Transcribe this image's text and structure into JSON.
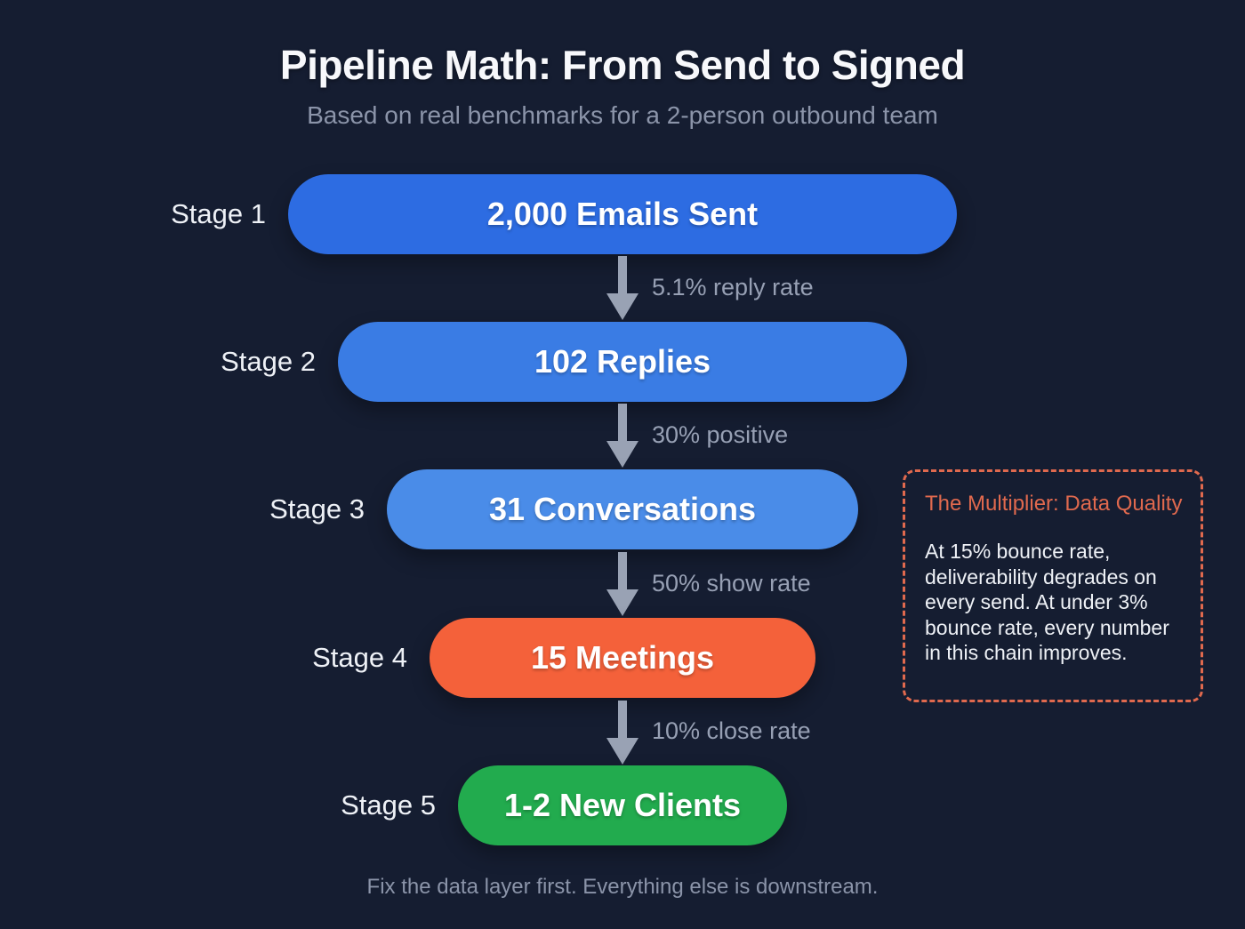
{
  "header": {
    "title": "Pipeline Math: From Send to Signed",
    "subtitle": "Based on real benchmarks for a 2-person outbound team"
  },
  "funnel": {
    "stages": [
      {
        "label": "Stage 1",
        "value": "2,000 Emails Sent",
        "count": "2,000",
        "color": "#2d6ce2"
      },
      {
        "label": "Stage 2",
        "value": "102 Replies",
        "count": "102",
        "color": "#3a7ce4"
      },
      {
        "label": "Stage 3",
        "value": "31 Conversations",
        "count": "31",
        "color": "#4a8ce8"
      },
      {
        "label": "Stage 4",
        "value": "15 Meetings",
        "count": "15",
        "color": "#f4613a"
      },
      {
        "label": "Stage 5",
        "value": "1-2 New Clients",
        "count": "1-2",
        "color": "#22ab4e"
      }
    ],
    "connectors": [
      {
        "rate": "5.1% reply rate"
      },
      {
        "rate": "30% positive"
      },
      {
        "rate": "50% show rate"
      },
      {
        "rate": "10% close rate"
      }
    ]
  },
  "callout": {
    "title": "The Multiplier: Data Quality",
    "body": "At 15% bounce rate, deliverability degrades on every send. At under 3% bounce rate, every number in this chain improves.",
    "accent_color": "#e0694e"
  },
  "footer": {
    "note": "Fix the data layer first. Everything else is downstream."
  },
  "theme": {
    "background": "#151d31",
    "arrow_color": "#99a2b4",
    "muted_text": "#8b94a9"
  }
}
